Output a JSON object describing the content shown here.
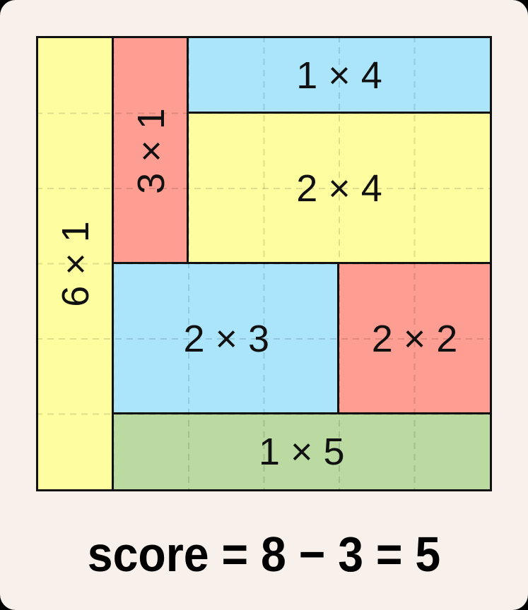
{
  "board": {
    "rows": 6,
    "cols": 6,
    "pieces": [
      {
        "label": "6 × 1",
        "row": 0,
        "col": 0,
        "h": 6,
        "w": 1,
        "color": "#fefd9f",
        "rotated": true
      },
      {
        "label": "3 × 1",
        "row": 0,
        "col": 1,
        "h": 3,
        "w": 1,
        "color": "#fe9d91",
        "rotated": true
      },
      {
        "label": "1 × 4",
        "row": 0,
        "col": 2,
        "h": 1,
        "w": 4,
        "color": "#abe5fb",
        "rotated": false
      },
      {
        "label": "2 × 4",
        "row": 1,
        "col": 2,
        "h": 2,
        "w": 4,
        "color": "#fefd9f",
        "rotated": false
      },
      {
        "label": "2 × 3",
        "row": 3,
        "col": 1,
        "h": 2,
        "w": 3,
        "color": "#abe5fb",
        "rotated": false
      },
      {
        "label": "2 × 2",
        "row": 3,
        "col": 4,
        "h": 2,
        "w": 2,
        "color": "#fe9d91",
        "rotated": false
      },
      {
        "label": "1 × 5",
        "row": 5,
        "col": 1,
        "h": 1,
        "w": 5,
        "color": "#badaa1",
        "rotated": false
      }
    ]
  },
  "score": {
    "text": "score = 8 − 3 = 5"
  }
}
